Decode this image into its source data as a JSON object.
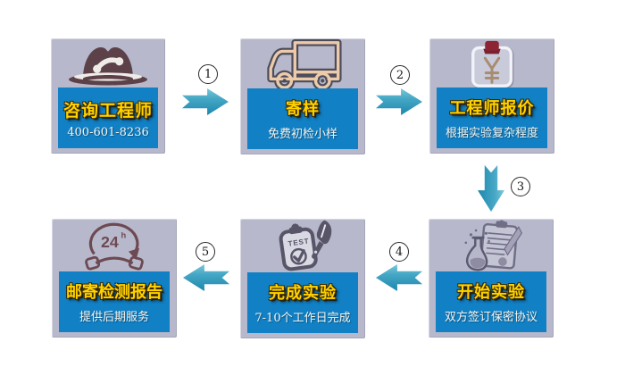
{
  "diagram": {
    "description": "6-step testing service process flow, two rows connected by numbered arrows"
  },
  "colors": {
    "background": "#ffffff",
    "step_box_bg": "#b7b8cb",
    "panel_blue": "#1180c5",
    "title_yellow": "#ffd200",
    "subtitle_white": "#f6f4ee",
    "arrow_teal": "#2a94b9",
    "arrow_teal_light": "#7cc8d9",
    "hat_maroon": "#5d4149",
    "truck_tan": "#edcaa9",
    "truck_outline_dark": "#4c4c5a",
    "clip_red": "#8c2434",
    "yen_tan": "#a78c6f",
    "muted_icon_purple": "#6f6e86",
    "pen_icon_dark": "#585568",
    "phone_maroon": "#6d4a52"
  },
  "steps": [
    {
      "id": "consult-engineer",
      "title": "咨询工程师",
      "subtitle": "400-601-8236",
      "icon": "hat-phone-icon"
    },
    {
      "id": "send-sample",
      "title": "寄样",
      "subtitle": "免费初检小样",
      "icon": "truck-icon"
    },
    {
      "id": "engineer-quote",
      "title": "工程师报价",
      "subtitle": "根据实验复杂程度",
      "icon": "quote-clipboard-icon"
    },
    {
      "id": "start-experiment",
      "title": "开始实验",
      "subtitle": "双方签订保密协议",
      "icon": "flask-clipboard-icon"
    },
    {
      "id": "complete-experiment",
      "title": "完成实验",
      "subtitle": "7-10个工作日完成",
      "icon": "test-clipboard-pen-icon"
    },
    {
      "id": "mail-report",
      "title": "邮寄检测报告",
      "subtitle": "提供后期服务",
      "icon": "phone-24h-icon"
    }
  ],
  "arrows": [
    {
      "number": "1",
      "direction": "right",
      "from": "consult-engineer",
      "to": "send-sample"
    },
    {
      "number": "2",
      "direction": "right",
      "from": "send-sample",
      "to": "engineer-quote"
    },
    {
      "number": "3",
      "direction": "down",
      "from": "engineer-quote",
      "to": "start-experiment"
    },
    {
      "number": "4",
      "direction": "left",
      "from": "start-experiment",
      "to": "complete-experiment"
    },
    {
      "number": "5",
      "direction": "left",
      "from": "complete-experiment",
      "to": "mail-report"
    }
  ],
  "icons": {
    "test_label": "TEST",
    "hours_label": "24",
    "hours_unit": "h"
  }
}
